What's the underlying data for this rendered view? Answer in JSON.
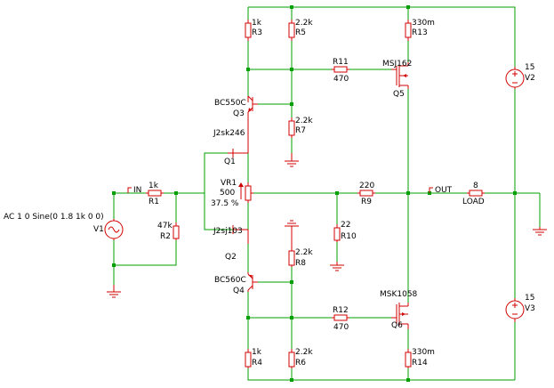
{
  "labels": {
    "r3_value": "1k",
    "r3_name": "R3",
    "r5_value": "2.2k",
    "r5_name": "R5",
    "r13_value": "330m",
    "r13_name": "R13",
    "q5_model": "MSJ162",
    "q5_name": "Q5",
    "r11_name": "R11",
    "r11_value": "470",
    "v2_value": "15",
    "v2_name": "V2",
    "q3_model": "BC550C",
    "q3_name": "Q3",
    "r7_value": "2.2k",
    "r7_name": "R7",
    "q1_model": "J2sk246",
    "q1_name": "Q1",
    "in_label": "IN",
    "r1_value": "1k",
    "r1_name": "R1",
    "v1_spec": "AC 1 0 Sine(0 1.8 1k 0 0)",
    "v1_name": "V1",
    "r2_value": "47k",
    "r2_name": "R2",
    "vr1_name": "VR1",
    "vr1_value": "500",
    "vr1_setting": "37.5 %",
    "r9_value": "220",
    "r9_name": "R9",
    "out_label": "OUT",
    "load_value": "8",
    "load_name": "LOAD",
    "r10_value": "22",
    "r10_name": "R10",
    "q2_model": "J2sj103",
    "q2_name": "Q2",
    "r8_value": "2.2k",
    "r8_name": "R8",
    "q4_model": "BC560C",
    "q4_name": "Q4",
    "q6_model": "MSK1058",
    "q6_name": "Q6",
    "r12_name": "R12",
    "r12_value": "470",
    "v3_value": "15",
    "v3_name": "V3",
    "r4_value": "1k",
    "r4_name": "R4",
    "r6_value": "2.2k",
    "r6_name": "R6",
    "r14_value": "330m",
    "r14_name": "R14"
  }
}
